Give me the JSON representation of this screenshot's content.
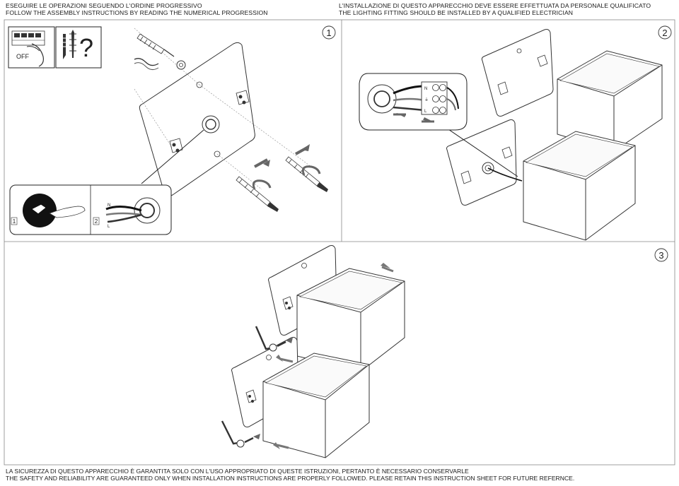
{
  "header": {
    "left_line1": "ESEGUIRE LE OPERAZIONI SEGUENDO L'ORDINE PROGRESSIVO",
    "left_line2": "FOLLOW THE ASSEMBLY INSTRUCTIONS BY READING THE NUMERICAL PROGRESSION",
    "right_line1": "L'INSTALLAZIONE DI QUESTO APPARECCHIO DEVE ESSERE EFFETTUATA DA PERSONALE QUALIFICATO",
    "right_line2": "THE LIGHTING FITTING SHOULD BE INSTALLED BY A QUALIFIED ELECTRICIAN"
  },
  "steps": {
    "step1": "1",
    "step2": "2",
    "step3": "3"
  },
  "step1_panel": {
    "off_label": "OFF",
    "question_mark": "?",
    "inset_a": "1",
    "inset_b": "2",
    "wire_n": "N",
    "wire_l": "L"
  },
  "step2_panel": {
    "terminal_n": "N",
    "terminal_earth": "⏚",
    "terminal_l": "L"
  },
  "footer": {
    "line1": "LA SICUREZZA DI QUESTO APPARECCHIO È GARANTITA SOLO CON L'USO APPROPRIATO DI QUESTE ISTRUZIONI, PERTANTO È NECESSARIO CONSERVARLE",
    "line2": "THE SAFETY AND RELIABILITY ARE GUARANTEED ONLY WHEN INSTALLATION INSTRUCTIONS ARE PROPERLY FOLLOWED. PLEASE RETAIN THIS INSTRUCTION SHEET FOR FUTURE REFERNCE."
  }
}
